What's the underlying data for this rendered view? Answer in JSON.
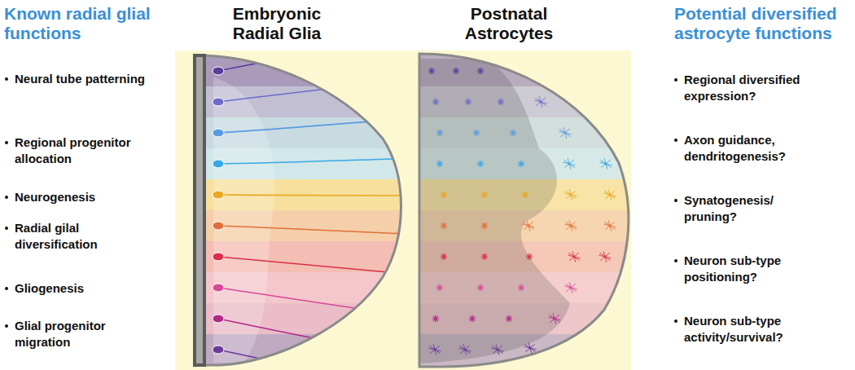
{
  "diagram": {
    "labels": [
      "Known radial glial functions",
      "Neural tube patterning",
      "Regional progenitor allocation",
      "Neurogenesis",
      "Radial gilal diversification",
      "Gliogenesis",
      "Glial progenitor migration",
      "Embryonic Radial Glia",
      "Postnatal Astrocytes",
      "Potential diversified astrocyte functions",
      "Regional diversified expression?",
      "Axon guidance, dendritogenesis?",
      "Synatogenesis/ pruning?",
      "Neuron sub-type positioning?",
      "Neuron sub-type activity/survival?"
    ]
  }
}
